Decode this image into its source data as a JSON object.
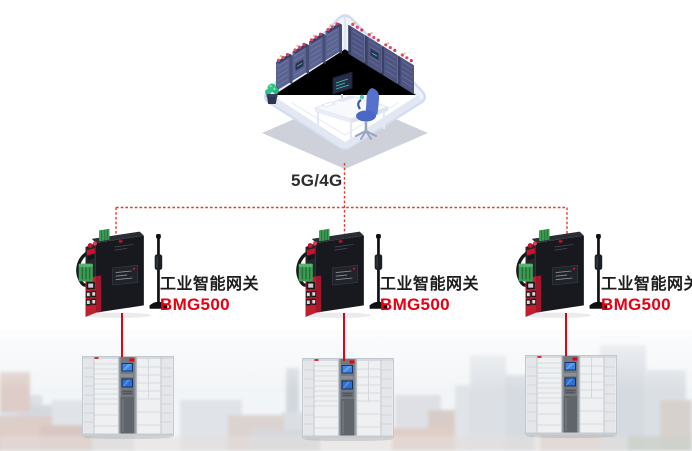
{
  "connection": {
    "network_label": "5G/4G",
    "topology": "one server room linked by cellular dashed lines to three gateways, each wired to a smart locker"
  },
  "gateways": [
    {
      "name": "工业智能网关",
      "model": "BMG500"
    },
    {
      "name": "工业智能网关",
      "model": "BMG500"
    },
    {
      "name": "工业智能网关",
      "model": "BMG500"
    }
  ],
  "colors": {
    "accent_red": "#e60012",
    "dashed_red": "#e8392b",
    "label_black": "#1c1c1c",
    "device_panel_red": "#c01f2f",
    "terminal_green": "#3c9e52",
    "rack_blue": "#5b6390",
    "room_wall": "#eef3fc",
    "locker_gray": "#e8eaed",
    "screen_blue": "#3b87e6"
  },
  "illustrations": {
    "server_room": "isometric-server-room-illustration",
    "gateway_device": "industrial-gateway-device-illustration",
    "smart_locker": "smart-parcel-locker-illustration",
    "city_background": "faded-city-skyline-photo"
  }
}
